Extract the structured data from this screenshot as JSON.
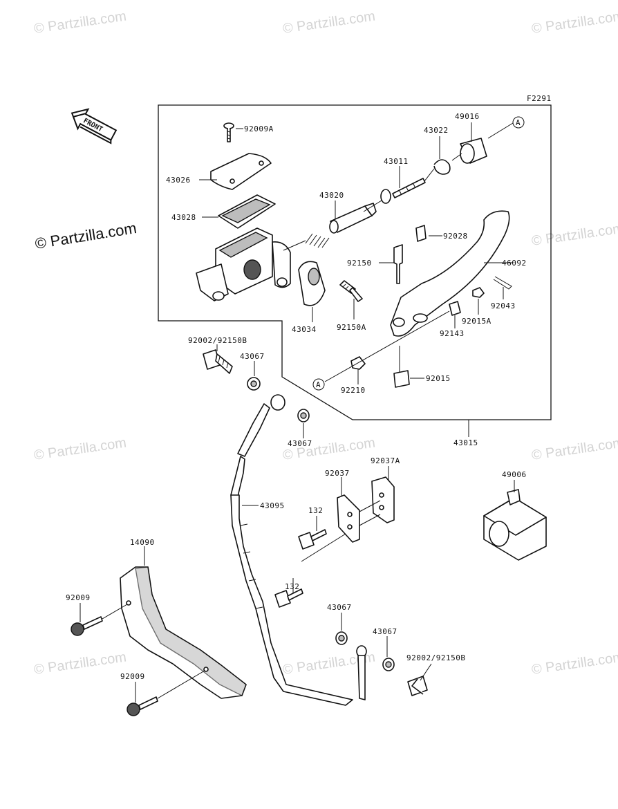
{
  "watermarks": {
    "text": "© Partzilla.com",
    "prominent": "© Partzilla.com"
  },
  "figure_code": "F2291",
  "front_label": "FRONT",
  "ref_marker": "A",
  "labels": {
    "p92009A": "92009A",
    "p43026": "43026",
    "p43028": "43028",
    "p43020": "43020",
    "p43011": "43011",
    "p43022": "43022",
    "p49016": "49016",
    "p92028": "92028",
    "p92150": "92150",
    "p46092": "46092",
    "p92043": "92043",
    "p92015A": "92015A",
    "p92143": "92143",
    "p43034": "43034",
    "p92150A": "92150A",
    "p92002_top": "92002/92150B",
    "p43067_a": "43067",
    "p92015": "92015",
    "p92210": "92210",
    "p43067_b": "43067",
    "p43015": "43015",
    "p92037A": "92037A",
    "p92037": "92037",
    "p49006": "49006",
    "p43095": "43095",
    "p132_a": "132",
    "p132_b": "132",
    "p14090": "14090",
    "p92009_a": "92009",
    "p92009_b": "92009",
    "p43067_c": "43067",
    "p43067_d": "43067",
    "p92002_bot": "92002/92150B"
  }
}
